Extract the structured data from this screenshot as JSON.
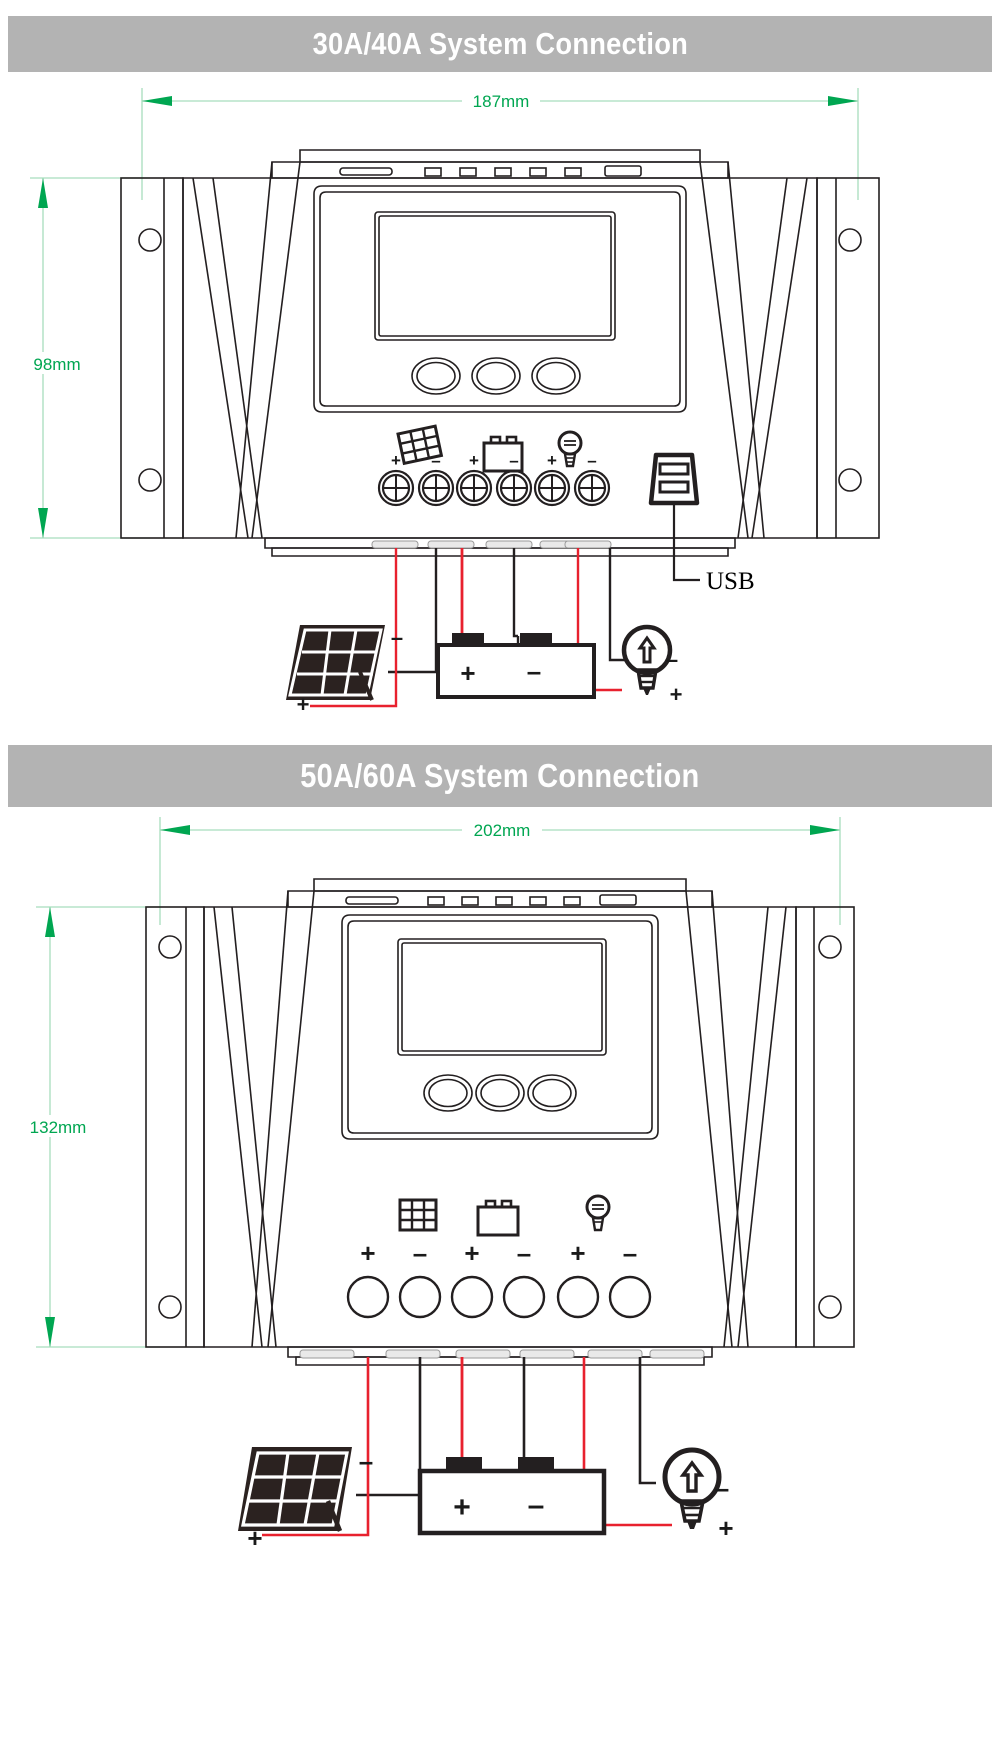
{
  "page": {
    "title": "Solar Charge Controller System Connection Diagrams",
    "background": "#ffffff"
  },
  "colors": {
    "banner_bg": "#b3b3b3",
    "banner_text": "#ffffff",
    "dimension_green": "#00a651",
    "dimension_line_green": "#a8ddbd",
    "wire_red": "#e8212e",
    "wire_black": "#231f20",
    "outline": "#231f20",
    "panel_dark": "#2b2220"
  },
  "sections": [
    {
      "id": "sec-30a-40a",
      "banner_label": "30A/40A  System Connection",
      "dimensions": {
        "width_label": "187mm",
        "height_label": "98mm"
      },
      "usb": {
        "label": "USB",
        "present": true
      },
      "terminals": [
        {
          "group": "solar",
          "icon": "solar-panel-icon",
          "plus": "+",
          "minus": "–"
        },
        {
          "group": "battery",
          "icon": "battery-icon",
          "plus": "+",
          "minus": "–"
        },
        {
          "group": "load",
          "icon": "light-bulb-icon",
          "plus": "+",
          "minus": "–"
        }
      ],
      "devices": [
        {
          "name": "solar-panel",
          "plus": "+",
          "minus": "–"
        },
        {
          "name": "battery",
          "plus": "+",
          "minus": "–"
        },
        {
          "name": "light-bulb",
          "plus": "+",
          "minus": "–"
        }
      ],
      "buttons_count": 3
    },
    {
      "id": "sec-50a-60a",
      "banner_label": "50A/60A System Connection",
      "dimensions": {
        "width_label": "202mm",
        "height_label": "132mm"
      },
      "usb": {
        "label": "",
        "present": false
      },
      "terminals": [
        {
          "group": "solar",
          "icon": "solar-panel-icon",
          "plus": "+",
          "minus": "–"
        },
        {
          "group": "battery",
          "icon": "battery-icon",
          "plus": "+",
          "minus": "–"
        },
        {
          "group": "load",
          "icon": "light-bulb-icon",
          "plus": "+",
          "minus": "–"
        }
      ],
      "devices": [
        {
          "name": "solar-panel",
          "plus": "+",
          "minus": "–"
        },
        {
          "name": "battery",
          "plus": "+",
          "minus": "–"
        },
        {
          "name": "light-bulb",
          "plus": "+",
          "minus": "–"
        }
      ],
      "buttons_count": 3
    }
  ]
}
